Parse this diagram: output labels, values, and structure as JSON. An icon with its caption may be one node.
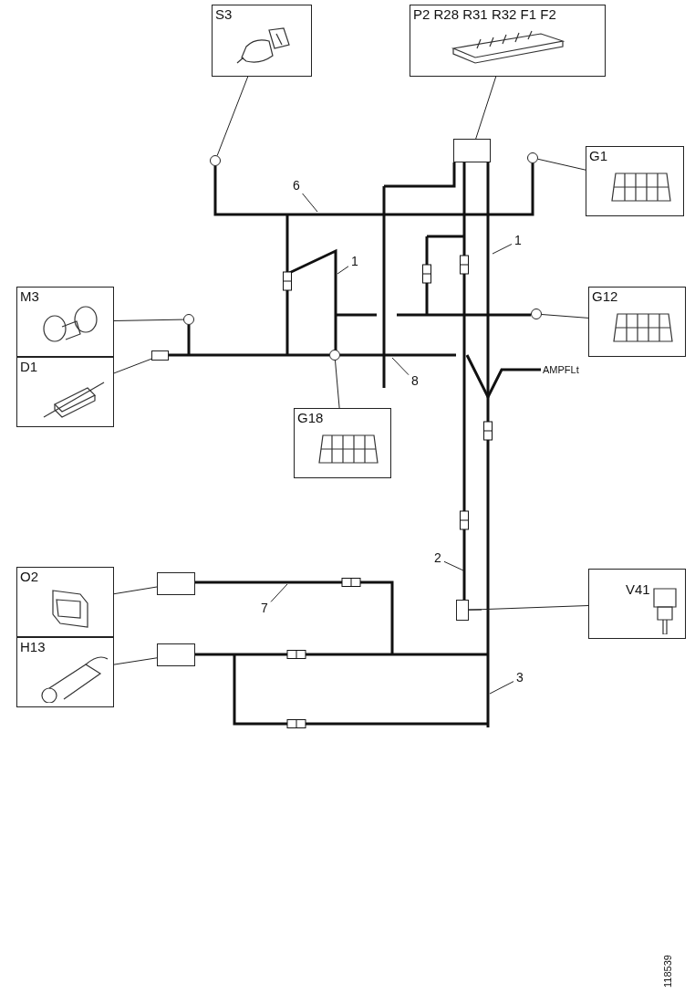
{
  "diagram": {
    "nodes": [
      {
        "text": [
          "S3"
        ]
      },
      {
        "text": [
          "P2 R28 R31 R32  F1 F2"
        ]
      },
      {
        "text": [],
        "shape": "circle"
      },
      {
        "text": [],
        "shape": "box"
      },
      {
        "text": [],
        "shape": "circle"
      },
      {
        "text": [
          "G1"
        ]
      },
      {
        "text": [
          "6"
        ]
      },
      {
        "text": [
          "1"
        ]
      },
      {
        "text": [
          "M3"
        ]
      },
      {
        "text": [
          "D1"
        ]
      },
      {
        "text": [],
        "shape": "circle"
      },
      {
        "text": [],
        "shape": "box"
      },
      {
        "text": [
          "1"
        ]
      },
      {
        "text": [],
        "shape": "circle"
      },
      {
        "text": [
          "G18"
        ]
      },
      {
        "text": [
          "8"
        ]
      },
      {
        "text": [],
        "shape": "circle"
      },
      {
        "text": [
          "G12"
        ]
      },
      {
        "text": [
          "2"
        ]
      },
      {
        "text": [],
        "shape": "box"
      },
      {
        "text": [
          "V41"
        ]
      },
      {
        "text": [
          "O2"
        ]
      },
      {
        "text": [
          "H13"
        ]
      },
      {
        "text": [],
        "shape": "box"
      },
      {
        "text": [],
        "shape": "box"
      },
      {
        "text": [
          "7"
        ]
      },
      {
        "text": [
          "3"
        ]
      }
    ],
    "edges": [
      {
        "from": 0,
        "to": 2,
        "arrow": "none"
      },
      {
        "from": 1,
        "to": 3,
        "arrow": "none"
      },
      {
        "from": 5,
        "to": 4,
        "arrow": "none"
      },
      {
        "from": 6,
        "to": null,
        "arrow": "none"
      },
      {
        "from": 7,
        "to": null,
        "arrow": "none"
      },
      {
        "from": 8,
        "to": 10,
        "arrow": "none"
      },
      {
        "from": 9,
        "to": 11,
        "arrow": "none"
      },
      {
        "from": 12,
        "to": null,
        "arrow": "none"
      },
      {
        "from": 14,
        "to": 13,
        "arrow": "none"
      },
      {
        "from": 15,
        "to": null,
        "arrow": "none"
      },
      {
        "from": 17,
        "to": 16,
        "arrow": "none"
      },
      {
        "from": 18,
        "to": null,
        "arrow": "none"
      },
      {
        "from": 20,
        "to": 19,
        "arrow": "none"
      },
      {
        "from": 21,
        "to": 23,
        "arrow": "none"
      },
      {
        "from": 22,
        "to": 24,
        "arrow": "none"
      },
      {
        "from": 25,
        "to": null,
        "arrow": "none"
      },
      {
        "from": 26,
        "to": null,
        "arrow": "none"
      }
    ],
    "labels": [
      "AMPFLt",
      "118539"
    ]
  }
}
